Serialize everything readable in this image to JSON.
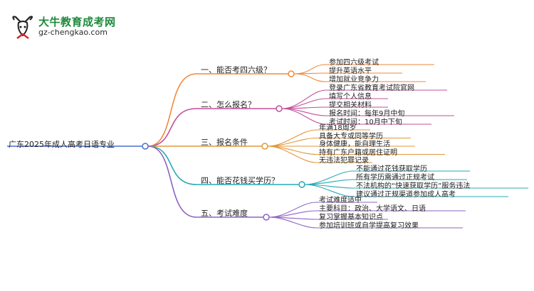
{
  "brand": {
    "title": "大牛教育成考网",
    "url": "gz-chengkao.com"
  },
  "root": "广东2025年成人高考日语专业",
  "branches": [
    {
      "label": "一、能否考四六级？",
      "color": "#f08a3a",
      "leaves": [
        "参加四六级考试",
        "提升英语水平",
        "增加就业竞争力"
      ]
    },
    {
      "label": "二、怎么报名？",
      "color": "#c0509a",
      "leaves": [
        "登录广东省教育考试院官网",
        "填写个人信息",
        "提交相关材料",
        "报名时间：每年9月中旬",
        "考试时间：10月中下旬"
      ]
    },
    {
      "label": "三、报名条件",
      "color": "#e2973a",
      "leaves": [
        "年满18周岁",
        "具备大专或同等学历",
        "身体健康，能自理生活",
        "持有广东户籍或居住证明",
        "无违法犯罪记录"
      ]
    },
    {
      "label": "四、能否花钱买学历？",
      "color": "#27a9b4",
      "leaves": [
        "不能通过花钱获取学历",
        "所有学历需通过正规考试",
        "不法机构的“快速获取学历”服务违法",
        "建议通过正规渠道参加成人高考"
      ]
    },
    {
      "label": "五、考试难度",
      "color": "#8e63c2",
      "leaves": [
        "考试难度适中",
        "主要科目：政治、大学语文、日语",
        "复习掌握基本知识点",
        "参加培训班或自学提高复习效果"
      ]
    }
  ]
}
